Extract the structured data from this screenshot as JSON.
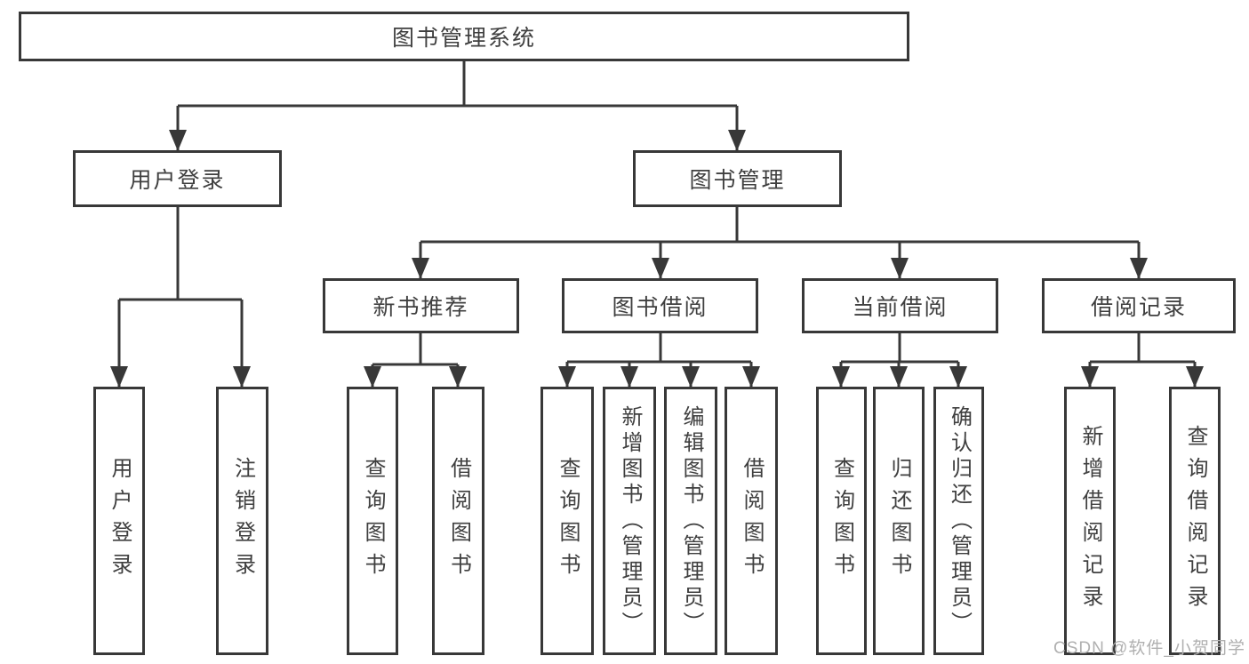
{
  "root": {
    "label": "图书管理系统"
  },
  "branches": [
    {
      "label": "用户登录",
      "children": [
        {
          "label": "用户登录"
        },
        {
          "label": "注销登录"
        }
      ]
    },
    {
      "label": "图书管理",
      "sections": [
        {
          "label": "新书推荐",
          "children": [
            {
              "label": "查询图书"
            },
            {
              "label": "借阅图书"
            }
          ]
        },
        {
          "label": "图书借阅",
          "children": [
            {
              "label": "查询图书"
            },
            {
              "label": "新增图书（管理员）"
            },
            {
              "label": "编辑图书（管理员）"
            },
            {
              "label": "借阅图书"
            }
          ]
        },
        {
          "label": "当前借阅",
          "children": [
            {
              "label": "查询图书"
            },
            {
              "label": "归还图书"
            },
            {
              "label": "确认归还（管理员）"
            }
          ]
        },
        {
          "label": "借阅记录",
          "children": [
            {
              "label": "新增借阅记录"
            },
            {
              "label": "查询借阅记录"
            }
          ]
        }
      ]
    }
  ],
  "watermark": "CSDN @软件_小贺同学",
  "colors": {
    "line": "#383838",
    "text": "#3f3f3f",
    "background": "#ffffff",
    "watermark": "#b0b0b0"
  }
}
